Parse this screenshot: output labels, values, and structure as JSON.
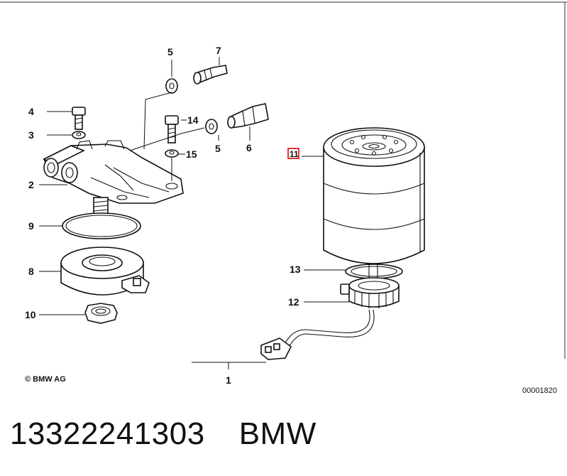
{
  "callouts": {
    "c1": "1",
    "c2": "2",
    "c3": "3",
    "c4": "4",
    "c5a": "5",
    "c5b": "5",
    "c6": "6",
    "c7": "7",
    "c8": "8",
    "c9": "9",
    "c10": "10",
    "c11": "11",
    "c12": "12",
    "c13": "13",
    "c14": "14",
    "c15": "15"
  },
  "copyright": "© BMW AG",
  "diagram_id": "00001820",
  "part_number": "13322241303",
  "brand": "BMW",
  "colors": {
    "highlight": "#e02020",
    "ink": "#111111",
    "frame": "#555555"
  }
}
